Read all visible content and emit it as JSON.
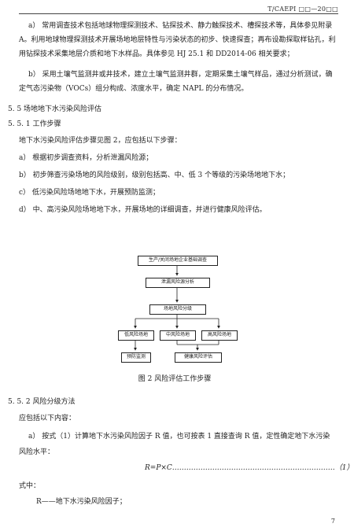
{
  "header": {
    "standard_code": "T/CAEPI □□—20□□"
  },
  "body": {
    "para_a": [
      "a） 常用调查技术包括地球物理探测技术、钻探技术、静力触探技术、槽探技术等，具体参见附录",
      "A。利用地球物理探测技术开展场地地层特性与污染状态的初步、快速探查；再布设勘探取样钻孔，利",
      "用钻探技术采集地层介质和地下水样品。具体参见 HJ 25.1 和 DD2014-06 相关要求；"
    ],
    "para_b": [
      "b） 采用土壤气监测井或井技术，建立土壤气监测井群，定期采集土壤气样品，通过分析测试，确",
      "定气态污染物（VOCs）组分构成、浓度水平，确定 NAPL 的分布情况。"
    ],
    "section_55": "5. 5  场地地下水污染风险评估",
    "section_551": "5. 5. 1  工作步骤",
    "steps_intro": "地下水污染风险评估步骤见图 2，应包括以下步骤：",
    "steps": [
      "a） 根据初步调查资料，分析泄漏风险源；",
      "b） 初步筛查污染场地的风险级别，级别包括高、中、低 3 个等级的污染场地地下水；",
      "c） 低污染风险场地地下水，开展预防监测；",
      "d） 中、高污染风险场地地下水，开展场地的详细调查，并进行健康风险评估。"
    ],
    "figure_caption": "图 2  风险评估工作步骤",
    "section_552": "5. 5. 2  风险分级方法",
    "should_include": "应包括以下内容：",
    "para_a2": [
      "a） 按式（1）计算地下水污染风险因子 R 值，也可按表 1 直接查询 R 值，定性确定地下水污染",
      "风险水平："
    ],
    "formula": "R=P×C……………………………………………………………（1）",
    "where": "式中：",
    "r_def": "R——地下水污染风险因子；"
  },
  "flowchart": {
    "box1": "生产/关闭场地企业基础调查",
    "box2": "泄漏风险源分析",
    "box3": "场地风险分级",
    "low": "低风险场地",
    "mid": "中风险场地",
    "high": "高风险场地",
    "monitor": "预防监测",
    "assess": "健康风险评估"
  },
  "footer": {
    "page_number": "7"
  }
}
